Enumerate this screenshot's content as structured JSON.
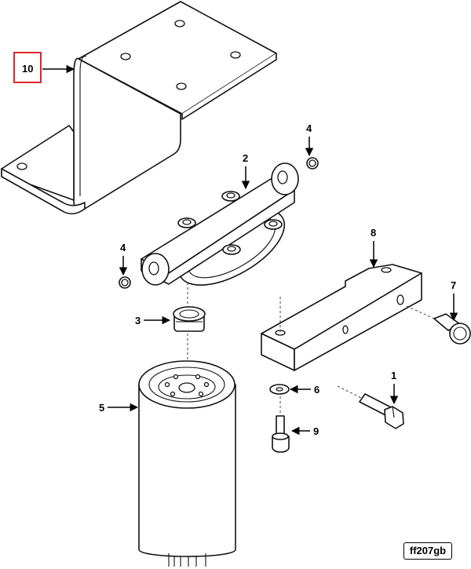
{
  "figure_id": "ff207gb",
  "highlight_color": "#d9262c",
  "callouts": {
    "c10": "10",
    "c2": "2",
    "c4a": "4",
    "c4b": "4",
    "c8": "8",
    "c3": "3",
    "c7": "7",
    "c5": "5",
    "c6": "6",
    "c1": "1",
    "c9": "9"
  }
}
